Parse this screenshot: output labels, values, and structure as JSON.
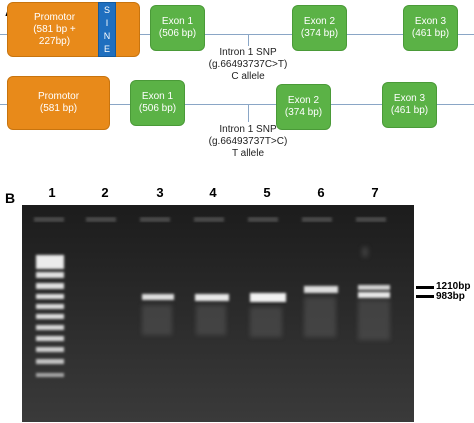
{
  "panel_a": {
    "letter": "A",
    "top_row": {
      "promotor": {
        "title": "Promotor",
        "line1": "(581 bp +",
        "line2": "227bp)"
      },
      "sine_letters": [
        "S",
        "I",
        "N",
        "E"
      ],
      "exons": [
        {
          "name": "Exon 1",
          "size": "(506 bp)"
        },
        {
          "name": "Exon 2",
          "size": "(374 bp)"
        },
        {
          "name": "Exon 3",
          "size": "(461 bp)"
        }
      ]
    },
    "snp_c": {
      "line1": "Intron 1 SNP",
      "line2": "(g.66493737C>T)",
      "line3": "C allele"
    },
    "bottom_row": {
      "promotor": {
        "title": "Promotor",
        "line1": "(581 bp)"
      },
      "exons": [
        {
          "name": "Exon 1",
          "size": "(506 bp)"
        },
        {
          "name": "Exon 2",
          "size": "(374 bp)"
        },
        {
          "name": "Exon 3",
          "size": "(461 bp)"
        }
      ]
    },
    "snp_t": {
      "line1": "Intron 1 SNP",
      "line2": "(g.66493737T>C)",
      "line3": "T allele"
    }
  },
  "panel_b": {
    "letter": "B",
    "lanes": [
      "1",
      "2",
      "3",
      "4",
      "5",
      "6",
      "7"
    ],
    "markers": [
      {
        "label": "1210bp"
      },
      {
        "label": "983bp"
      }
    ],
    "colors": {
      "gel": "#2a2a2a",
      "band": "#f2f2f2"
    }
  }
}
